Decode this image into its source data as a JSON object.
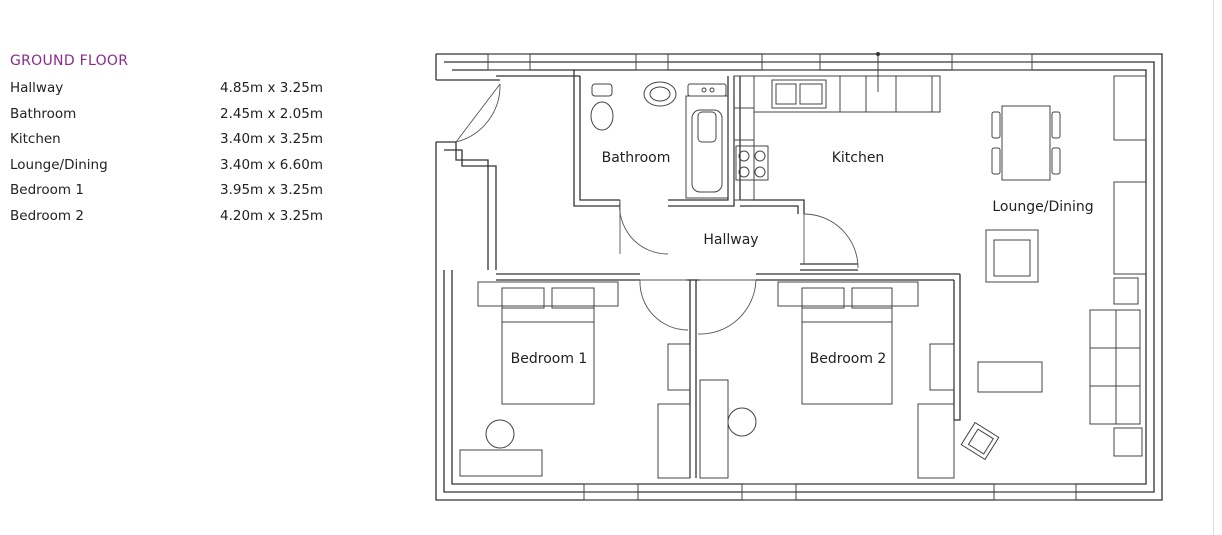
{
  "legend": {
    "title": "GROUND FLOOR",
    "rooms": [
      {
        "name": "Hallway",
        "dims": "4.85m x 3.25m"
      },
      {
        "name": "Bathroom",
        "dims": "2.45m x 2.05m"
      },
      {
        "name": "Kitchen",
        "dims": "3.40m x 3.25m"
      },
      {
        "name": "Lounge/Dining",
        "dims": "3.40m x 6.60m"
      },
      {
        "name": "Bedroom 1",
        "dims": "3.95m x 3.25m"
      },
      {
        "name": "Bedroom 2",
        "dims": "4.20m x 3.25m"
      }
    ]
  },
  "plan": {
    "labels": {
      "bathroom": "Bathroom",
      "kitchen": "Kitchen",
      "hallway": "Hallway",
      "lounge": "Lounge/Dining",
      "bedroom1": "Bedroom 1",
      "bedroom2": "Bedroom 2"
    }
  },
  "colors": {
    "title": "#8b2a8b",
    "lines": "#333333"
  }
}
